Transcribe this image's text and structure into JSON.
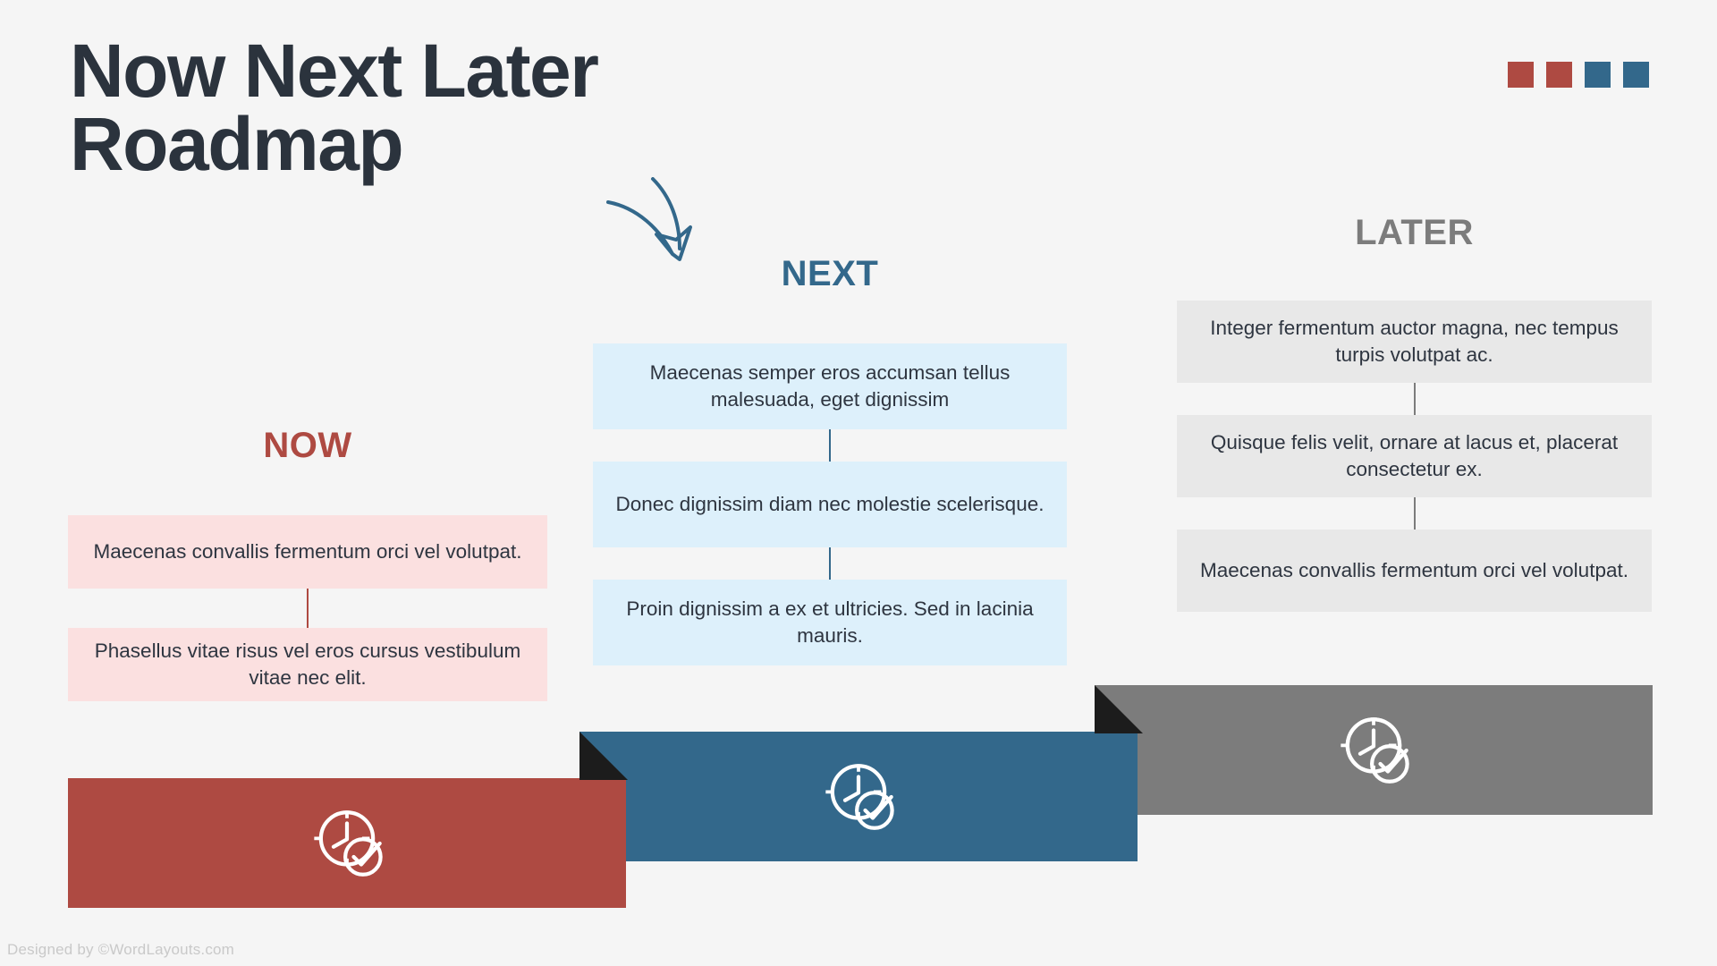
{
  "background_color": "#F5F5F5",
  "title": {
    "line1": "Now Next Later",
    "line2": "Roadmap",
    "color": "#2B333D"
  },
  "decor": {
    "squares": [
      {
        "name": "square-1",
        "color": "#AE4A42"
      },
      {
        "name": "square-2",
        "color": "#AE4A42"
      },
      {
        "name": "square-3",
        "color": "#33688B"
      },
      {
        "name": "square-4",
        "color": "#33688B"
      }
    ],
    "arrow_color": "#33688B"
  },
  "columns": [
    {
      "key": "now",
      "heading": "NOW",
      "heading_color": "#AE4A42",
      "card_bg": "#FBE0E0",
      "accent": "#AE4A42",
      "ribbon_color": "#AE4A42",
      "icon": "clock-check-icon",
      "cards": [
        "Maecenas convallis fermentum orci vel volutpat.",
        "Phasellus vitae risus vel eros cursus vestibulum vitae nec elit."
      ]
    },
    {
      "key": "next",
      "heading": "NEXT",
      "heading_color": "#33688B",
      "card_bg": "#DDF0FB",
      "accent": "#33688B",
      "ribbon_color": "#33688B",
      "icon": "clock-check-icon",
      "cards": [
        "Maecenas semper eros accumsan tellus malesuada, eget dignissim",
        "Donec dignissim diam nec molestie scelerisque.",
        "Proin dignissim a ex et ultricies. Sed in lacinia mauris."
      ]
    },
    {
      "key": "later",
      "heading": "LATER",
      "heading_color": "#7C7C7C",
      "card_bg": "#E8E8E8",
      "accent": "#7C7C7C",
      "ribbon_color": "#7C7C7C",
      "icon": "clock-check-icon",
      "cards": [
        "Integer fermentum auctor magna, nec tempus turpis volutpat ac.",
        "Quisque felis velit, ornare at lacus et, placerat consectetur ex.",
        "Maecenas convallis fermentum orci vel volutpat."
      ]
    }
  ],
  "footer": {
    "credit": "Designed by ©WordLayouts.com"
  }
}
